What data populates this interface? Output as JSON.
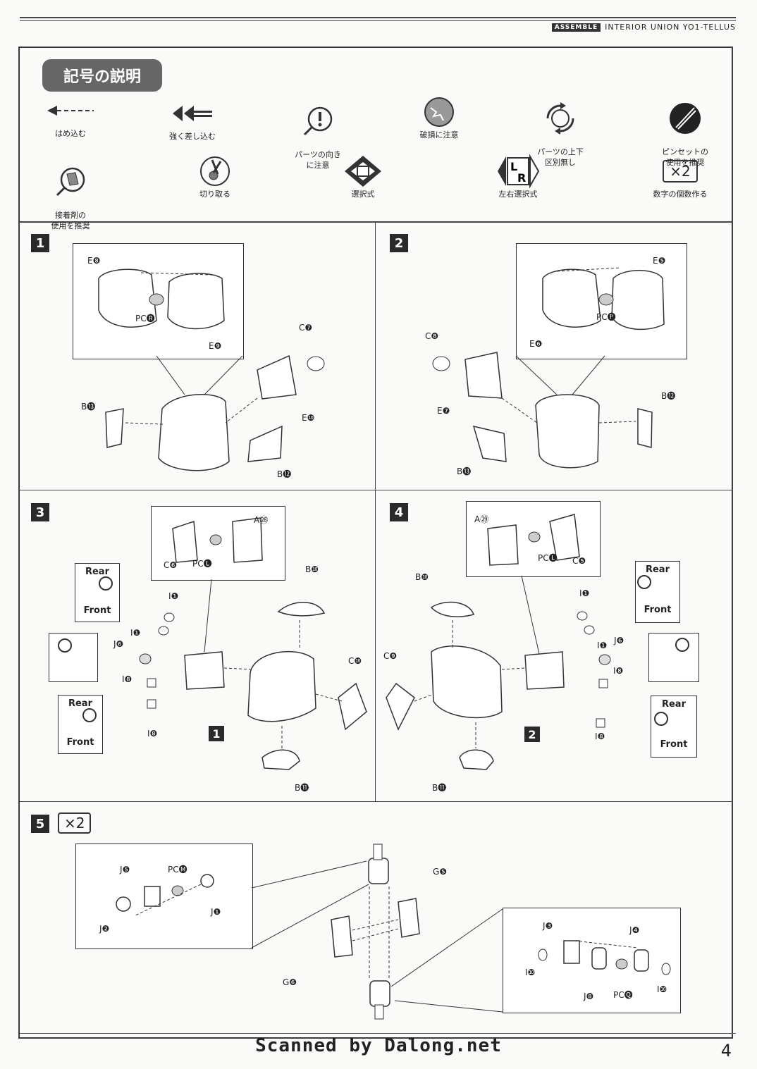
{
  "header": {
    "tag": "ASSEMBLE",
    "title": "INTERIOR UNION YO1-TELLUS"
  },
  "legend": {
    "title": "記号の説明",
    "symbols": [
      {
        "icon": "push-in-arrow-icon",
        "label": "はめ込む"
      },
      {
        "icon": "press-firmly-arrow-icon",
        "label": "強く差し込む"
      },
      {
        "icon": "orientation-caution-icon",
        "label": "パーツの向き\nに注意"
      },
      {
        "icon": "breakage-caution-icon",
        "label": "破損に注意"
      },
      {
        "icon": "reversible-part-icon",
        "label": "パーツの上下\n区別無し"
      },
      {
        "icon": "tweezers-icon",
        "label": "ピンセットの\n使用を推奨"
      },
      {
        "icon": "glue-icon",
        "label": "接着剤の\n使用を推奨"
      },
      {
        "icon": "cut-icon",
        "label": "切り取る"
      },
      {
        "icon": "choice-icon",
        "label": "選択式"
      },
      {
        "icon": "left-right-choice-icon",
        "label": "左右選択式"
      },
      {
        "icon": "multiply-count-icon",
        "label": "数字の個数作る",
        "symbol": "×2"
      }
    ]
  },
  "steps": [
    {
      "number": "1",
      "parts": [
        "E❽",
        "PC🅡",
        "E❾",
        "C❼",
        "B⓭",
        "E❿",
        "B⓬"
      ]
    },
    {
      "number": "2",
      "parts": [
        "E❺",
        "PC🅡",
        "E❻",
        "C❽",
        "E❼",
        "B⓬",
        "B⓭"
      ]
    },
    {
      "number": "3",
      "parts": [
        "A㉘",
        "C❻",
        "PC🅛",
        "B❿",
        "I❶",
        "I❶",
        "J❻",
        "C❿",
        "I❽",
        "I❽",
        "B⓫"
      ],
      "assembly_ref": "1",
      "notes": [
        {
          "top": "Rear",
          "bottom": "Front"
        },
        {
          "top": "Rear",
          "bottom": "Front"
        }
      ]
    },
    {
      "number": "4",
      "parts": [
        "A㉙",
        "PC🅛",
        "C❺",
        "B❿",
        "I❶",
        "I❶",
        "J❻",
        "C❾",
        "I❽",
        "I❽",
        "B⓫"
      ],
      "assembly_ref": "2",
      "notes": [
        {
          "top": "Rear",
          "bottom": "Front"
        },
        {
          "top": "Rear",
          "bottom": "Front"
        }
      ]
    },
    {
      "number": "5",
      "multiplier": "×2",
      "parts": [
        "J❺",
        "PC🅜",
        "J❷",
        "J❶",
        "G❺",
        "G❻",
        "J❸",
        "J❹",
        "I❿",
        "J❽",
        "PC🅠",
        "I❿"
      ]
    }
  ],
  "footer": {
    "credit": "Scanned by Dalong.net",
    "page": "4"
  }
}
